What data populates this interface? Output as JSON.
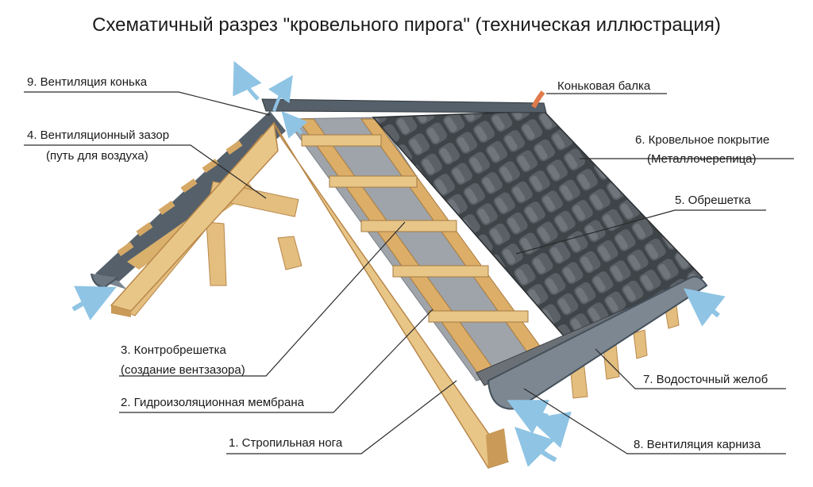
{
  "title": "Схематичный разрез \"кровельного пирога\" (техническая иллюстрация)",
  "labels": {
    "l9": "9. Вентиляция конька",
    "l4": "4. Вентиляционный зазор",
    "l4_sub": "(путь для воздуха)",
    "l3": "3. Контробрешетка",
    "l3_sub": "(создание вентзазора)",
    "l2": "2. Гидроизоляционная мембрана",
    "l1": "1. Стропильная нога",
    "ridge": "Коньковая балка",
    "l6": "6. Кровельное покрытие",
    "l6_sub": "(Металлочерепица)",
    "l5": "5. Обрешетка",
    "l7": "7. Водосточный желоб",
    "l8": "8. Вентиляция карниза"
  },
  "colors": {
    "wood": "#e3be7e",
    "wood_dark": "#b8874a",
    "membrane": "#9ea4aa",
    "tile": "#3f4448",
    "tile_light": "#6a7076",
    "air_arrow": "#8fc4e4",
    "ridge_arrow": "#e07a4a"
  }
}
